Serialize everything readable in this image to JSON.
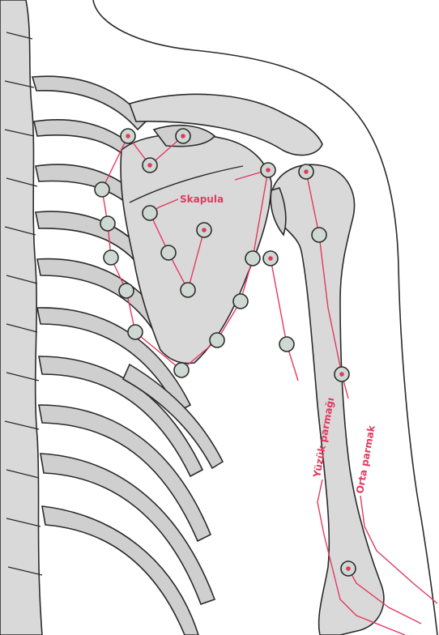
{
  "labels": {
    "scapula": "Skapula",
    "ring_finger": "Yüzük parmağı",
    "middle_finger": "Orta parmak"
  },
  "colors": {
    "route": "#e23a5f",
    "point_fill": "#cfd9d3",
    "bone": "#d9d9d9",
    "outline": "#2a2a2a"
  }
}
